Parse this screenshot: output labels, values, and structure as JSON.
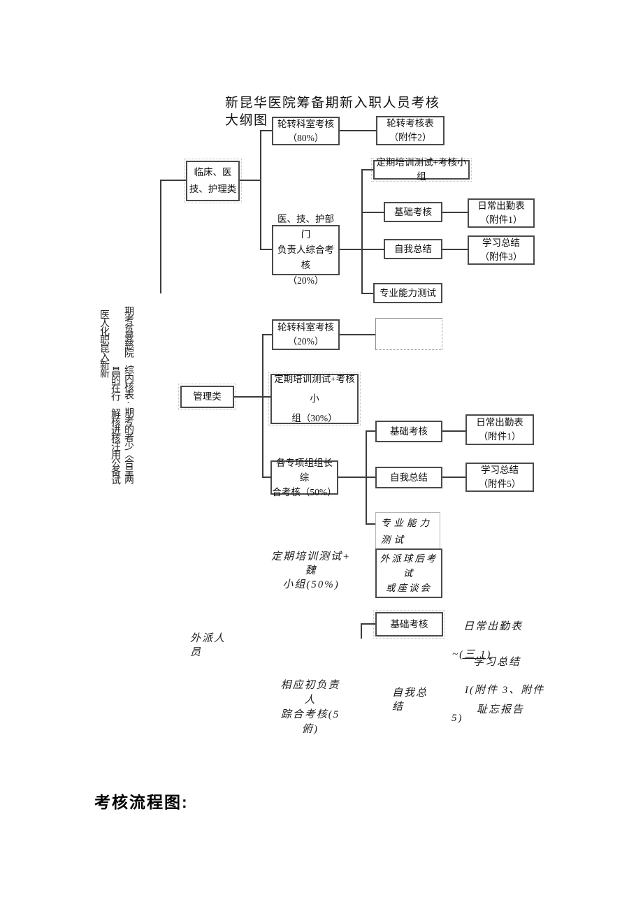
{
  "page": {
    "title_line1": "新昆华医院筹备期新入职人员考核",
    "title_line2": "大纲图",
    "footer_heading": "考核流程图:"
  },
  "side_text": {
    "col_left": "医人化职昆入新新",
    "col_mid": "昌的在行　解核进核汪用公备试",
    "col_right": "期考贫曼慈院　综内核表·期考的者少〈合呈两"
  },
  "chart": {
    "clinical_branch": {
      "root": "临床、医\n技、护理类",
      "rotation80": "轮转科室考核\n（80%）",
      "rotation_form": "轮转考核表\n（附件2）",
      "dept_head": "医、技、护部门\n负责人综合考核\n（20%）",
      "training_group": "定期培训测试+考核小组",
      "basic": "基础考核",
      "attendance": "日常出勤表\n（附件1）",
      "self_summary": "自我总结",
      "study_summary": "学习总结\n（附件3）",
      "ability": "专业能力测试"
    },
    "management_branch": {
      "root": "管理类",
      "rotation20": "轮转科室考核\n（20%）",
      "training30": "定期培训测试+考核小\n组（30%）",
      "project50": "各专项组组长综\n合考核（50%）",
      "basic": "基础考核",
      "attendance": "日常出勤表\n（附件1）",
      "self_summary": "自我总结",
      "study_summary": "学习总结\n（附件5）",
      "ability": "专业能力\n测试"
    },
    "outsourced_branch": {
      "root": "外派人\n员",
      "training50": "定期培训测试+\n魏\n小组(50%)",
      "abroad_test": "外派球后考\n试\n或座谈会",
      "basic": "基础考核",
      "attendance_line": "日常出勤表",
      "attendance_ref_prefix": "~",
      "attendance_ref": "(三 1)",
      "study_l1": "学习总结",
      "study_l2": "I(附件 3、附件",
      "study_l3": "5)",
      "resp_head": "相应初负责\n人\n踪合考核(5\n俯)",
      "self_summary": "自我总\n结",
      "report": "耻忘报告"
    }
  }
}
